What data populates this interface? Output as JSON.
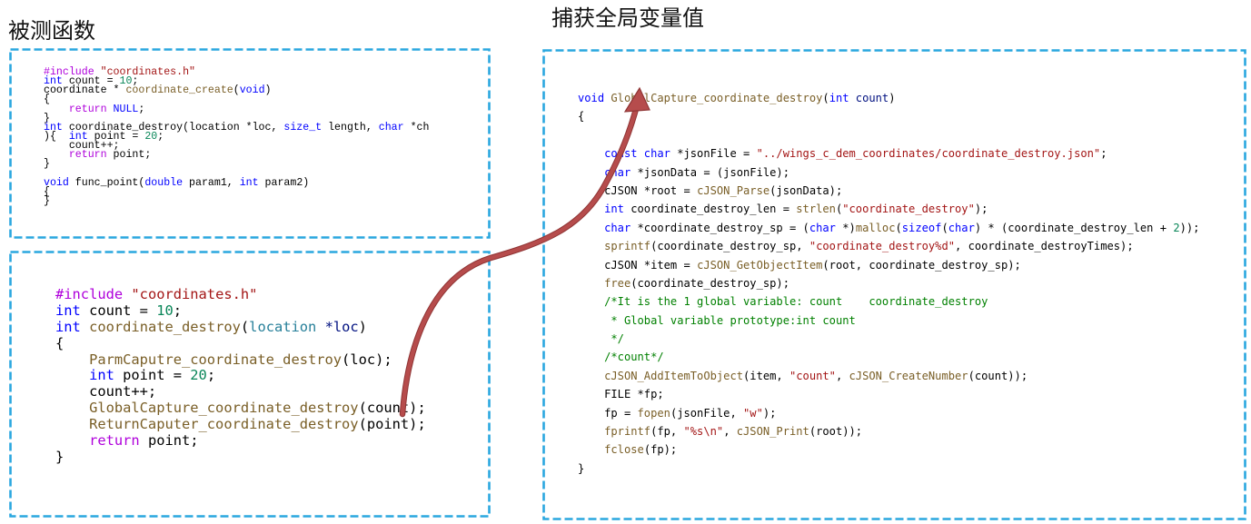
{
  "titles": {
    "left": "被测函数",
    "right": "捕获全局变量值"
  },
  "colors": {
    "box_border": "#2aa7df",
    "arrow": "#b64c4c"
  },
  "palette": {
    "pp": "#af00db",
    "str": "#a31515",
    "kw": "#0000ff",
    "num": "#098658",
    "fn": "#795e26",
    "type": "#267f99",
    "var": "#001080",
    "ctl": "#af00db",
    "cm": "#008000",
    "p": "#000000"
  },
  "box1": {
    "lines": [
      [
        {
          "pp": "#include "
        },
        {
          "str": "\"coordinates.h\""
        }
      ],
      [
        {
          "kw": "int"
        },
        {
          "p": " count = "
        },
        {
          "num": "10"
        },
        {
          "p": ";"
        }
      ],
      [
        {
          "p": "coordinate * "
        },
        {
          "fn": "coordinate_create"
        },
        {
          "p": "("
        },
        {
          "kw": "void"
        },
        {
          "p": ")"
        }
      ],
      [
        {
          "p": "{"
        }
      ],
      [
        {
          "ctl": "    return "
        },
        {
          "kw": "NULL"
        },
        {
          "p": ";"
        }
      ],
      [
        {
          "p": "}"
        }
      ],
      [
        {
          "kw": "int"
        },
        {
          "p": " coordinate_destroy(location *loc, "
        },
        {
          "kw": "size_t"
        },
        {
          "p": " length, "
        },
        {
          "kw": "char"
        },
        {
          "p": " *ch"
        }
      ],
      [
        {
          "p": "){  "
        },
        {
          "kw": "int"
        },
        {
          "p": " point = "
        },
        {
          "num": "20"
        },
        {
          "p": ";"
        }
      ],
      [
        {
          "p": "    count++;"
        }
      ],
      [
        {
          "ctl": "    return"
        },
        {
          "p": " point;"
        }
      ],
      [
        {
          "p": "}"
        }
      ],
      [],
      [
        {
          "kw": "void"
        },
        {
          "p": " func_point("
        },
        {
          "kw": "double"
        },
        {
          "p": " param1, "
        },
        {
          "kw": "int"
        },
        {
          "p": " param2)"
        }
      ],
      [
        {
          "p": "{"
        }
      ],
      [
        {
          "p": "}"
        }
      ]
    ]
  },
  "box2": {
    "lines": [
      [
        {
          "pp": "#include "
        },
        {
          "str": "\"coordinates.h\""
        }
      ],
      [
        {
          "kw": "int"
        },
        {
          "p": " count = "
        },
        {
          "num": "10"
        },
        {
          "p": ";"
        }
      ],
      [
        {
          "kw": "int"
        },
        {
          "p": " "
        },
        {
          "fn": "coordinate_destroy"
        },
        {
          "p": "("
        },
        {
          "type": "location"
        },
        {
          "var": " *loc"
        },
        {
          "p": ")"
        }
      ],
      [
        {
          "p": "{"
        }
      ],
      [
        {
          "fn": "    ParmCaputre_coordinate_destroy"
        },
        {
          "p": "(loc);"
        }
      ],
      [
        {
          "kw": "    int"
        },
        {
          "p": " point = "
        },
        {
          "num": "20"
        },
        {
          "p": ";"
        }
      ],
      [
        {
          "p": "    count++;"
        }
      ],
      [
        {
          "fn": "    GlobalCapture_coordinate_destroy"
        },
        {
          "p": "(count);"
        }
      ],
      [
        {
          "fn": "    ReturnCaputer_coordinate_destroy"
        },
        {
          "p": "(point);"
        }
      ],
      [
        {
          "ctl": "    return"
        },
        {
          "p": " point;"
        }
      ],
      [
        {
          "p": "}"
        }
      ]
    ]
  },
  "box3": {
    "lines": [
      [
        {
          "kw": "void"
        },
        {
          "p": " "
        },
        {
          "fn": "GlobalCapture_coordinate_destroy"
        },
        {
          "p": "("
        },
        {
          "kw": "int"
        },
        {
          "var": " count"
        },
        {
          "p": ")"
        }
      ],
      [
        {
          "p": "{"
        }
      ],
      [],
      [
        {
          "kw": "    const char"
        },
        {
          "p": " *jsonFile = "
        },
        {
          "str": "\"../wings_c_dem_coordinates/coordinate_destroy.json\""
        },
        {
          "p": ";"
        }
      ],
      [
        {
          "kw": "    char"
        },
        {
          "p": " *jsonData = (jsonFile);"
        }
      ],
      [
        {
          "p": "    cJSON *root = "
        },
        {
          "fn": "cJSON_Parse"
        },
        {
          "p": "(jsonData);"
        }
      ],
      [
        {
          "kw": "    int"
        },
        {
          "p": " coordinate_destroy_len = "
        },
        {
          "fn": "strlen"
        },
        {
          "p": "("
        },
        {
          "str": "\"coordinate_destroy\""
        },
        {
          "p": ");"
        }
      ],
      [
        {
          "kw": "    char"
        },
        {
          "p": " *coordinate_destroy_sp = ("
        },
        {
          "kw": "char"
        },
        {
          "p": " *)"
        },
        {
          "fn": "malloc"
        },
        {
          "p": "("
        },
        {
          "kw": "sizeof"
        },
        {
          "p": "("
        },
        {
          "kw": "char"
        },
        {
          "p": ") * (coordinate_destroy_len + "
        },
        {
          "num": "2"
        },
        {
          "p": "));"
        }
      ],
      [
        {
          "fn": "    sprintf"
        },
        {
          "p": "(coordinate_destroy_sp, "
        },
        {
          "str": "\"coordinate_destroy%d\""
        },
        {
          "p": ", coordinate_destroyTimes);"
        }
      ],
      [
        {
          "p": "    cJSON *item = "
        },
        {
          "fn": "cJSON_GetObjectItem"
        },
        {
          "p": "(root, coordinate_destroy_sp);"
        }
      ],
      [
        {
          "fn": "    free"
        },
        {
          "p": "(coordinate_destroy_sp);"
        }
      ],
      [
        {
          "cm": "    /*It is the 1 global variable: count    coordinate_destroy"
        }
      ],
      [
        {
          "cm": "     * Global variable prototype:int count"
        }
      ],
      [
        {
          "cm": "     */"
        }
      ],
      [
        {
          "cm": "    /*count*/"
        }
      ],
      [
        {
          "fn": "    cJSON_AddItemToObject"
        },
        {
          "p": "(item, "
        },
        {
          "str": "\"count\""
        },
        {
          "p": ", "
        },
        {
          "fn": "cJSON_CreateNumber"
        },
        {
          "p": "(count));"
        }
      ],
      [
        {
          "p": "    FILE *fp;"
        }
      ],
      [
        {
          "p": "    fp = "
        },
        {
          "fn": "fopen"
        },
        {
          "p": "(jsonFile, "
        },
        {
          "str": "\"w\""
        },
        {
          "p": ");"
        }
      ],
      [
        {
          "fn": "    fprintf"
        },
        {
          "p": "(fp, "
        },
        {
          "str": "\"%s\\n\""
        },
        {
          "p": ", "
        },
        {
          "fn": "cJSON_Print"
        },
        {
          "p": "(root));"
        }
      ],
      [
        {
          "fn": "    fclose"
        },
        {
          "p": "(fp);"
        }
      ],
      [
        {
          "p": "}"
        }
      ]
    ]
  }
}
